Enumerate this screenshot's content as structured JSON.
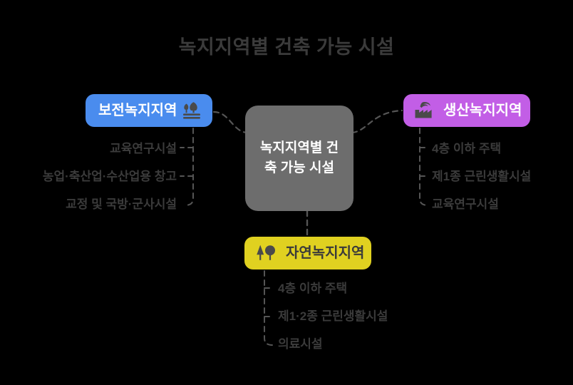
{
  "page": {
    "title": "녹지지역별 건축 가능 시설",
    "background_color": "#000000",
    "text_color": "#3b3b3b"
  },
  "center_node": {
    "label": "녹지지역별 건\n축 가능 시설",
    "color": "#6d6d6d"
  },
  "branches": [
    {
      "id": "conservation",
      "label": "보전녹지지역",
      "color": "#4a8cee",
      "icon": "park-tree-icon",
      "side": "left",
      "items": [
        "교육연구시설",
        "농업·축산업·수산업용 창고",
        "교정 및 국방·군사시설"
      ]
    },
    {
      "id": "production",
      "label": "생산녹지지역",
      "color": "#c25ee6",
      "icon": "eco-factory-icon",
      "side": "right",
      "items": [
        "4층 이하 주택",
        "제1종 근린생활시설",
        "교육연구시설"
      ]
    },
    {
      "id": "natural",
      "label": "자연녹지지역",
      "color": "#e0d120",
      "icon": "two-trees-icon",
      "side": "bottom",
      "items": [
        "4층 이하 주택",
        "제1·2종 근린생활시설",
        "의료시설"
      ]
    }
  ],
  "connectors": {
    "style": "dashed",
    "color": "#555555"
  }
}
